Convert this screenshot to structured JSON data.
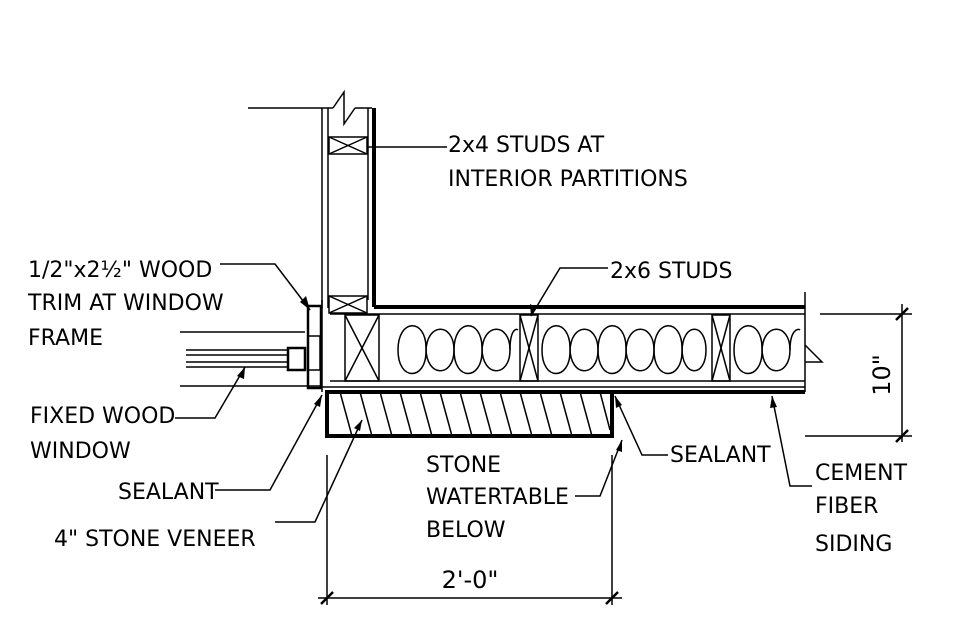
{
  "labels": {
    "studs_2x4_line1": "2x4 STUDS AT",
    "studs_2x4_line2": "INTERIOR PARTITIONS",
    "trim_line1": "1/2\"x2½\" WOOD",
    "trim_line2": "TRIM AT WINDOW",
    "trim_line3": "FRAME",
    "studs_2x6": "2x6 STUDS",
    "window_line1": "FIXED WOOD",
    "window_line2": "WINDOW",
    "sealant_left": "SEALANT",
    "stone_veneer": "4\" STONE VENEER",
    "watertable_line1": "STONE",
    "watertable_line2": "WATERTABLE",
    "watertable_line3": "BELOW",
    "sealant_right": "SEALANT",
    "siding_line1": "CEMENT",
    "siding_line2": "FIBER",
    "siding_line3": "SIDING"
  },
  "dimensions": {
    "wall_thickness": "10\"",
    "watertable_width": "2'-0\""
  }
}
